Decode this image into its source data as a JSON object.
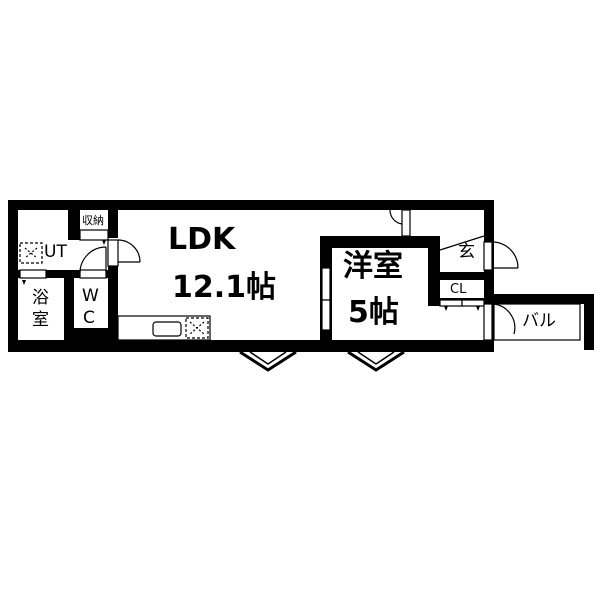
{
  "plan": {
    "rooms": {
      "ldk": {
        "name": "LDK",
        "size": "12.1帖"
      },
      "western": {
        "name": "洋室",
        "size": "5帖"
      },
      "bath": {
        "name_line1": "浴",
        "name_line2": "室"
      },
      "wc": {
        "name_line1": "W",
        "name_line2": "C"
      },
      "ut": {
        "name": "UT"
      },
      "storage": {
        "name": "収納"
      },
      "entrance": {
        "name": "玄"
      },
      "closet": {
        "name": "CL"
      },
      "balcony": {
        "name": "バル"
      }
    },
    "colors": {
      "wall": "#000000",
      "background": "#ffffff"
    }
  }
}
